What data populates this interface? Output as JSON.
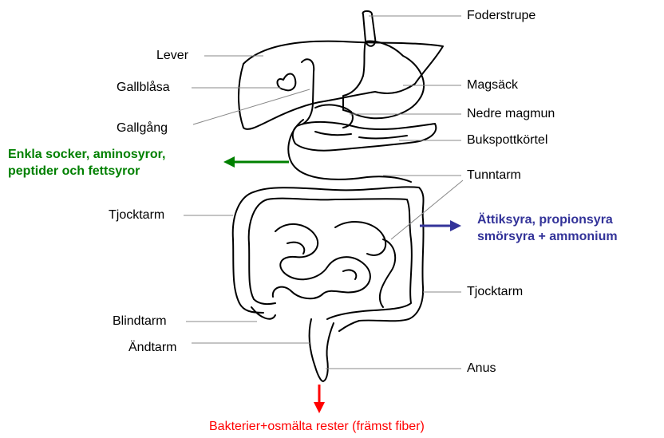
{
  "labels": {
    "esophagus": "Foderstrupe",
    "liver": "Lever",
    "gallbladder": "Gallblåsa",
    "stomach": "Magsäck",
    "pylorus": "Nedre magmun",
    "bile_duct": "Gallgång",
    "pancreas": "Bukspottkörtel",
    "small_intestine": "Tunntarm",
    "colon_left": "Tjocktarm",
    "colon_right": "Tjocktarm",
    "cecum": "Blindtarm",
    "rectum": "Ändtarm",
    "anus": "Anus"
  },
  "notes": {
    "absorbed_small_intestine": {
      "line1": "Enkla socker, aminosyror,",
      "line2": "peptider och fettsyror",
      "color": "#008000"
    },
    "produced_colon": {
      "line1": "Ättiksyra, propionsyra",
      "line2": "smörsyra + ammonium",
      "color": "#333399"
    },
    "excreted": {
      "text": "Bakterier+osmälta rester (främst fiber)",
      "color": "#ff0000"
    }
  }
}
